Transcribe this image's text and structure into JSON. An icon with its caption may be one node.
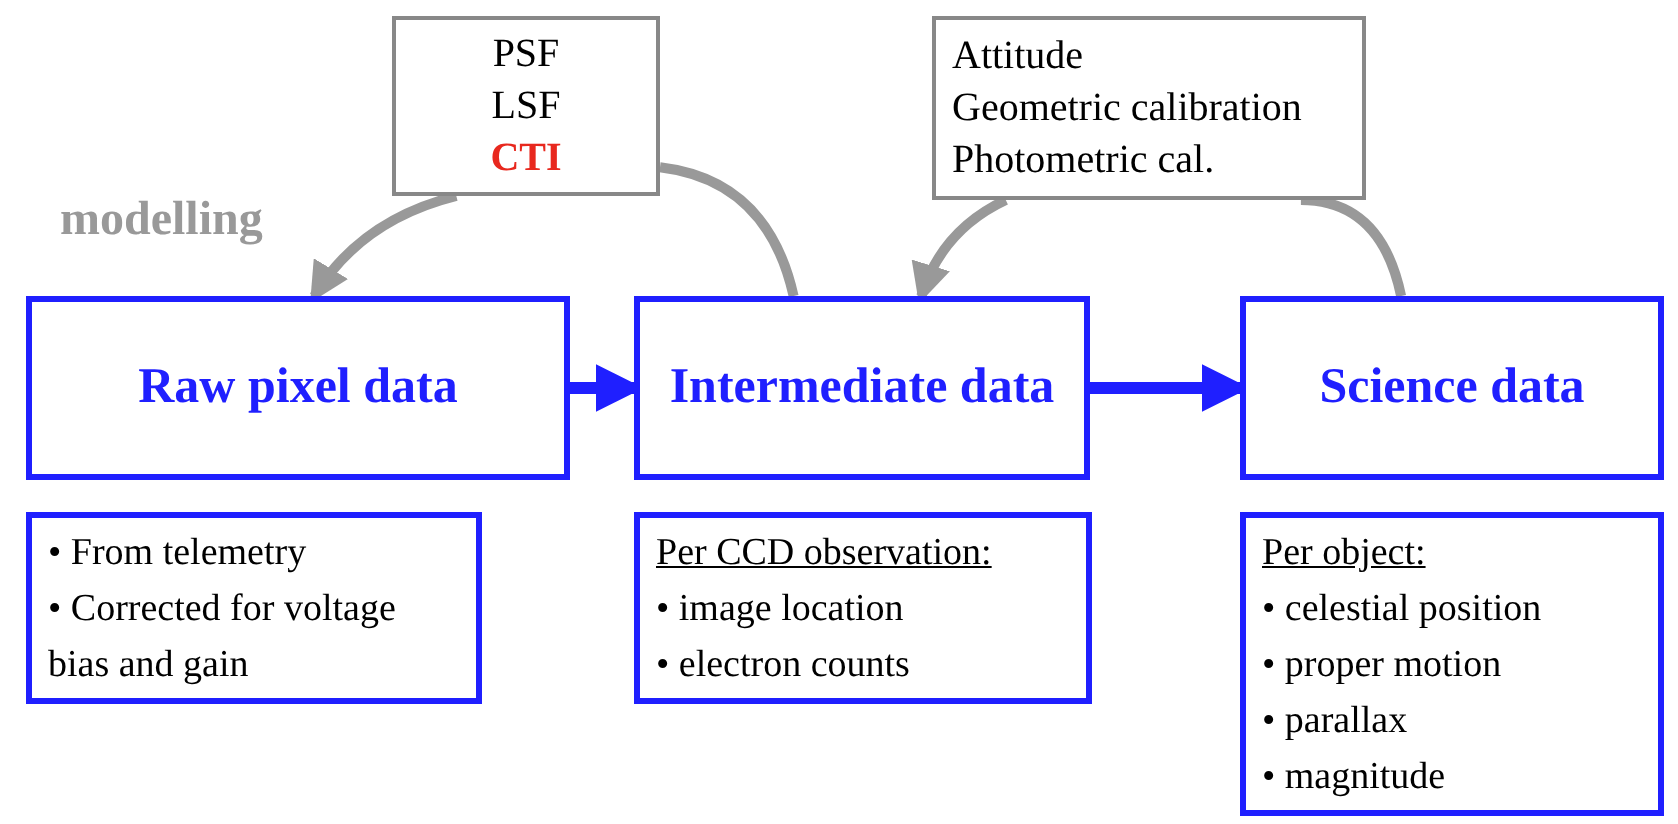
{
  "diagram": {
    "nodes": [
      {
        "text": [
          "Raw pixel data"
        ]
      },
      {
        "text": [
          "Intermediate data"
        ]
      },
      {
        "text": [
          "Science data"
        ]
      },
      {
        "text": [
          "PSF",
          "LSF",
          "CTI"
        ]
      },
      {
        "text": [
          "Attitude",
          "Geometric calibration",
          "Photometric cal."
        ]
      },
      {
        "text": [
          "• From telemetry",
          "• Corrected for voltage bias and gain"
        ]
      },
      {
        "text": [
          "Per CCD observation:",
          "• image location",
          "• electron counts"
        ]
      },
      {
        "text": [
          "Per object:",
          "• celestial position",
          "• proper motion",
          "• parallax",
          "• magnitude"
        ]
      }
    ],
    "edges": [
      {
        "from": 0,
        "to": 1,
        "arrow": "to",
        "color": "#1f1fff"
      },
      {
        "from": 1,
        "to": 2,
        "arrow": "to",
        "color": "#1f1fff"
      },
      {
        "from": 1,
        "to": 3,
        "arrow": "none"
      },
      {
        "from": 3,
        "to": 0,
        "arrow": "to"
      },
      {
        "from": 2,
        "to": 4,
        "arrow": "none"
      },
      {
        "from": 4,
        "to": 1,
        "arrow": "to"
      }
    ],
    "labels": [
      "modelling"
    ]
  }
}
